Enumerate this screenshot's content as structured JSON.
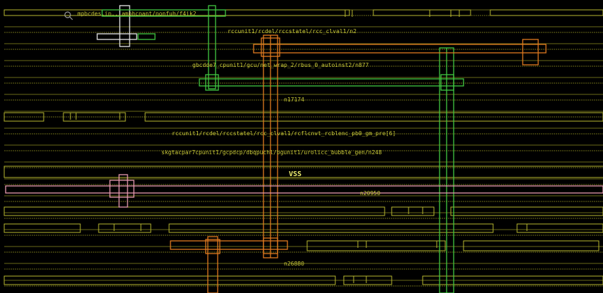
{
  "view": {
    "background": "#000000",
    "zoom_icon": "magnifier-icon"
  },
  "colors": {
    "metal_yellow": "#b8b830",
    "metal_yellow_dim": "#6a6a18",
    "metal_green": "#40c840",
    "metal_orange": "#e07a20",
    "metal_pink": "#e89ab0",
    "metal_white": "#e8e8e8",
    "label_yellow": "#c8c838"
  },
  "net_labels": {
    "l1": "mpbcdes.in...amphcnant/nonfuh/f4ik2",
    "l2": "rccunit1/rcdel/rccstatel/rcc_clval1/n2",
    "l3": "gbcdde7_cpunit1/gcu/net_wrap_2/rbus_0_autoinst2/n877",
    "l4": "n17174",
    "l5": "rccunit1/rcdel/rccstatel/rcc_clval1/rcflcnvt_rcblenc_pb0_gm_pre[6]",
    "l6": "skgtacpar7cpunit1/gcpdcp/dbqpuchl/bgunit1/urolicc_bubble_gen/n248",
    "l7": "VSS",
    "l8": "n20950",
    "l9": "n26880"
  }
}
